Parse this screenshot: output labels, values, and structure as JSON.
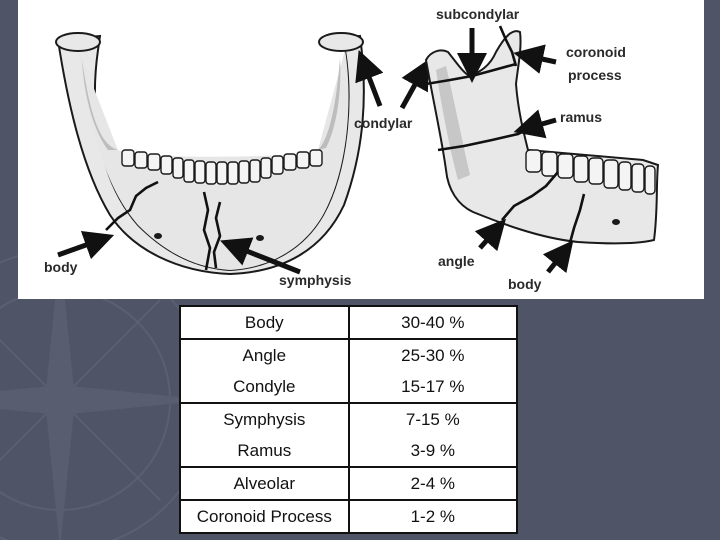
{
  "figure": {
    "frontal_view": {
      "labels": {
        "body": "body",
        "symphysis": "symphysis",
        "condylar": "condylar"
      }
    },
    "lateral_view": {
      "labels": {
        "subcondylar": "subcondylar",
        "coronoid_line1": "coronoid",
        "coronoid_line2": "process",
        "ramus": "ramus",
        "angle": "angle",
        "body": "body"
      }
    }
  },
  "fracture_incidence_table": {
    "rows": [
      {
        "site": "Body",
        "percent": "30-40 %"
      },
      {
        "site": "Angle",
        "percent": "25-30 %"
      },
      {
        "site": "Condyle",
        "percent": "15-17 %"
      },
      {
        "site": "Symphysis",
        "percent": "7-15 %"
      },
      {
        "site": "Ramus",
        "percent": "3-9 %"
      },
      {
        "site": "Alveolar",
        "percent": "2-4 %"
      },
      {
        "site": "Coronoid Process",
        "percent": "1-2 %"
      }
    ]
  },
  "colors": {
    "background": "#4f5466",
    "bone_fill": "#e8e8e8",
    "bone_shade": "#c9c9c9",
    "outline": "#1a1a1a"
  }
}
